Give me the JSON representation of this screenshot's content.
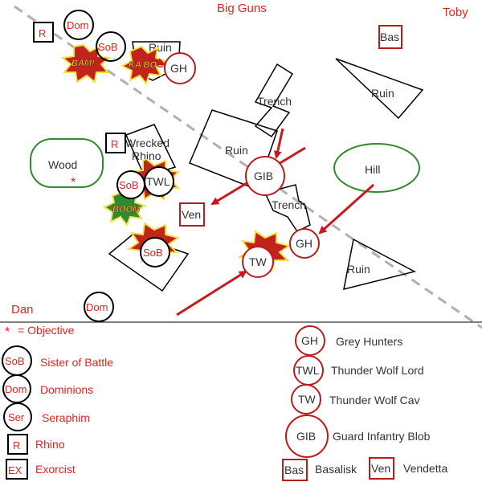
{
  "players": {
    "top_center": "Big Guns",
    "top_right": "Toby",
    "bottom_left": "Dan"
  },
  "terrain": {
    "ruin": "Ruin",
    "trench": "Trench",
    "wood": "Wood",
    "hill": "Hill",
    "wrecked_rhino_line1": "Wrecked",
    "wrecked_rhino_line2": "Rhino"
  },
  "units": {
    "r": "R",
    "dom": "Dom",
    "sob": "SoB",
    "gh": "GH",
    "bas": "Bas",
    "twl": "TWL",
    "gib": "GIB",
    "ven": "Ven",
    "tw": "TW"
  },
  "effects": {
    "bam": "BAM!",
    "kaboom": "KA BOOM",
    "boom": "BOOM"
  },
  "objective_marker": "*",
  "legend": {
    "objective": {
      "symbol": "*",
      "label": "= Objective"
    },
    "items_left": [
      {
        "abbr": "SoB",
        "label": "Sister of Battle"
      },
      {
        "abbr": "Dom",
        "label": "Dominions"
      },
      {
        "abbr": "Ser",
        "label": "Seraphim"
      },
      {
        "abbr": "R",
        "label": "Rhino"
      },
      {
        "abbr": "EX",
        "label": "Exorcist"
      }
    ],
    "items_right": [
      {
        "abbr": "GH",
        "label": "Grey Hunters"
      },
      {
        "abbr": "TWL",
        "label": "Thunder Wolf Lord"
      },
      {
        "abbr": "TW",
        "label": "Thunder Wolf Cav"
      },
      {
        "abbr": "GIB",
        "label": "Guard Infantry Blob"
      }
    ],
    "bottom_right": [
      {
        "abbr": "Bas",
        "label": "Basalisk"
      },
      {
        "abbr": "Ven",
        "label": "Vendetta"
      }
    ]
  },
  "colors": {
    "unit_red": "#e8211b",
    "marker_dark_red": "#b81c1c",
    "wood_green": "#2e8b2e",
    "arrow_red": "#c8191d",
    "dashed_gray": "#b0b0b0",
    "burst_red": "#c0241a",
    "burst_yellow": "#f4e24a"
  }
}
